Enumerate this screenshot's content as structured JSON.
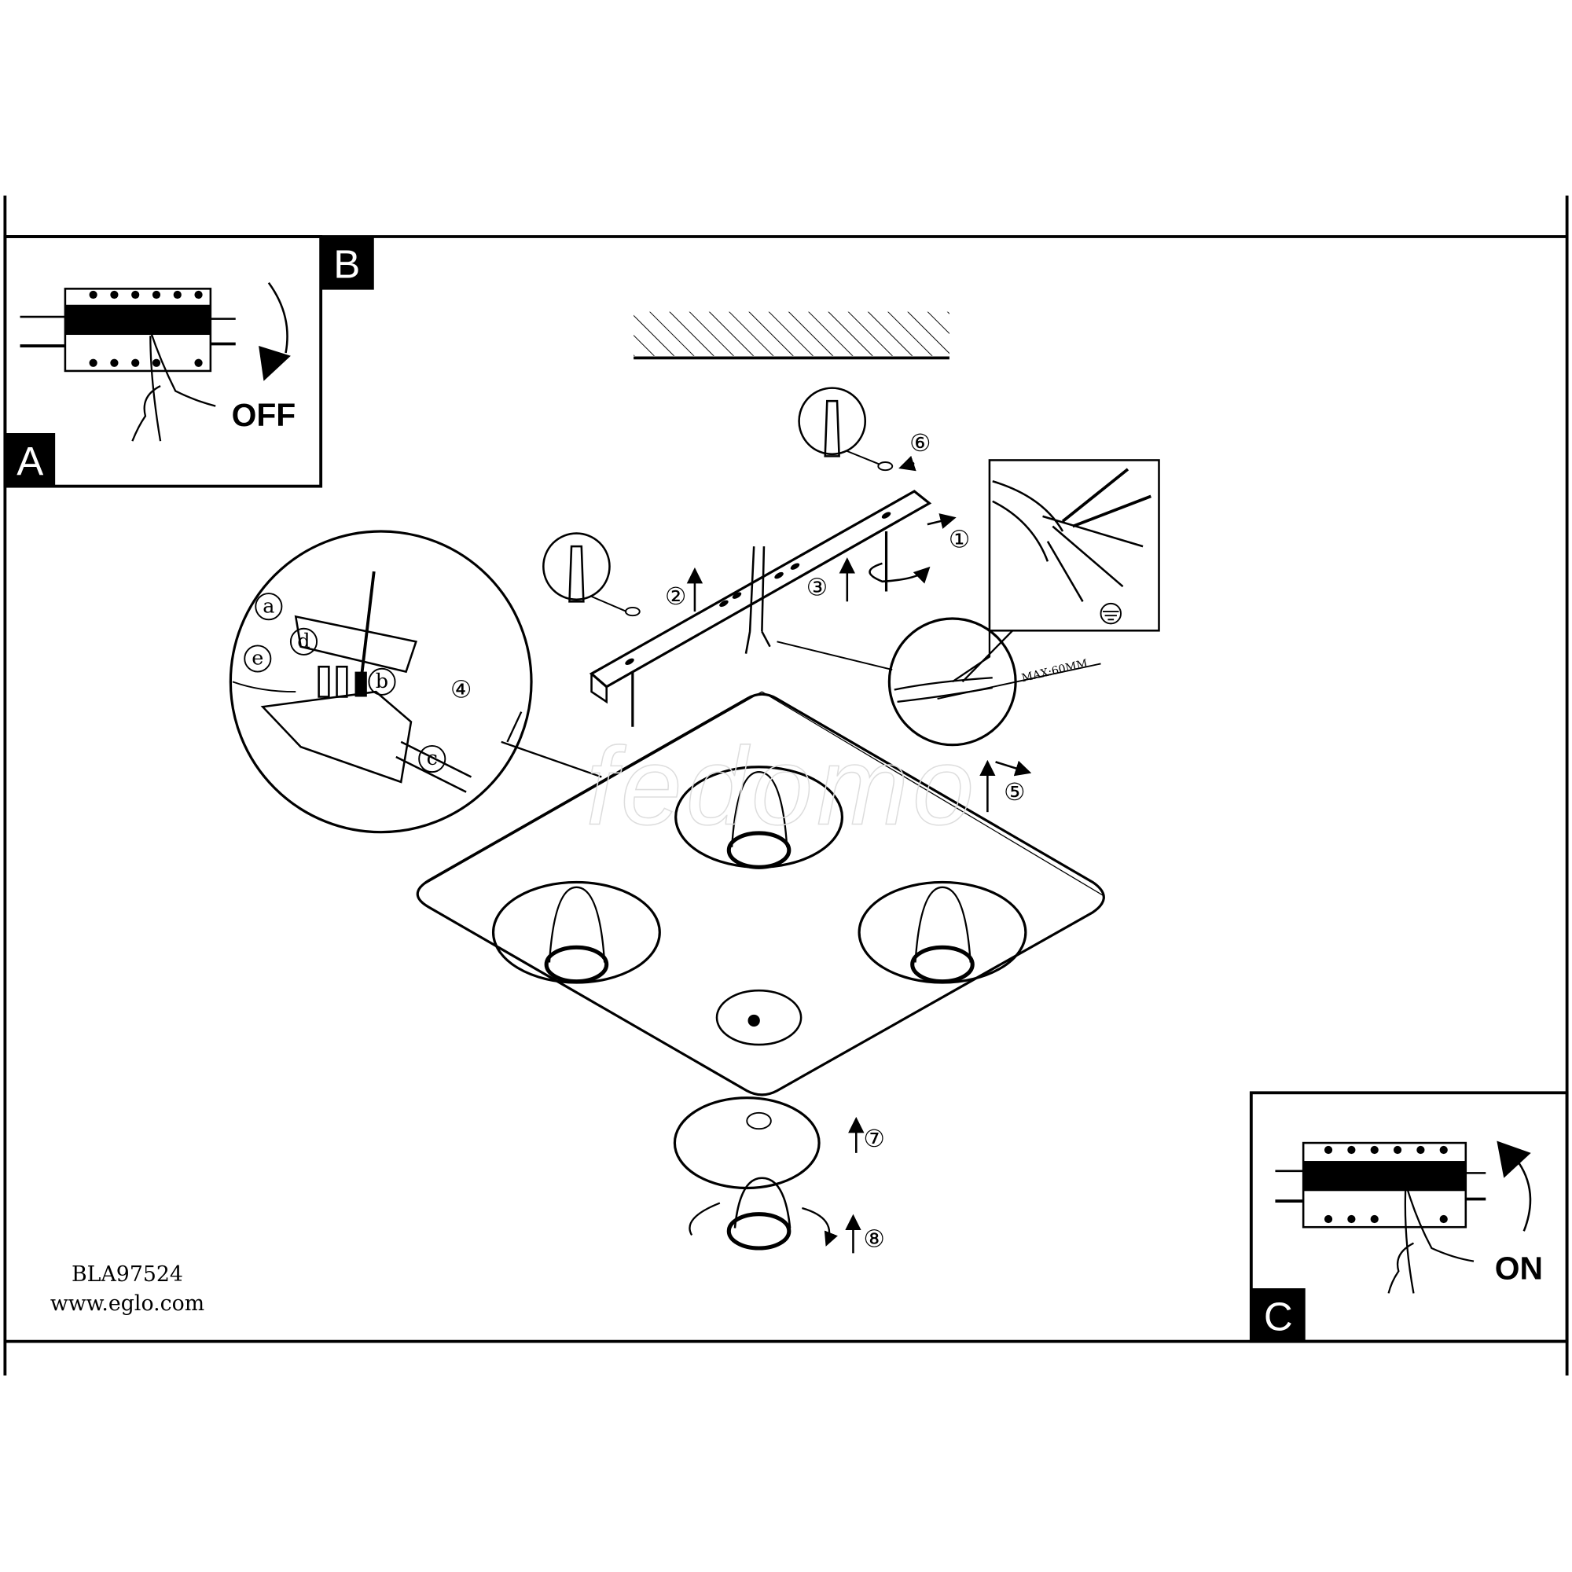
{
  "panels": {
    "a": {
      "label": "A",
      "action": "OFF"
    },
    "b": {
      "label": "B"
    },
    "c": {
      "label": "C",
      "action": "ON"
    }
  },
  "steps": [
    "①",
    "②",
    "③",
    "④",
    "⑤",
    "⑥",
    "⑦",
    "⑧"
  ],
  "detail_letters": [
    "a",
    "b",
    "c",
    "d",
    "e"
  ],
  "wire_strip": {
    "label": "MAX:60MM"
  },
  "footer": {
    "model": "BLA97524",
    "website": "www.eglo.com"
  },
  "watermark": "fedomo",
  "colors": {
    "ink": "#000000",
    "paper": "#ffffff",
    "watermark": "#dddddd"
  }
}
